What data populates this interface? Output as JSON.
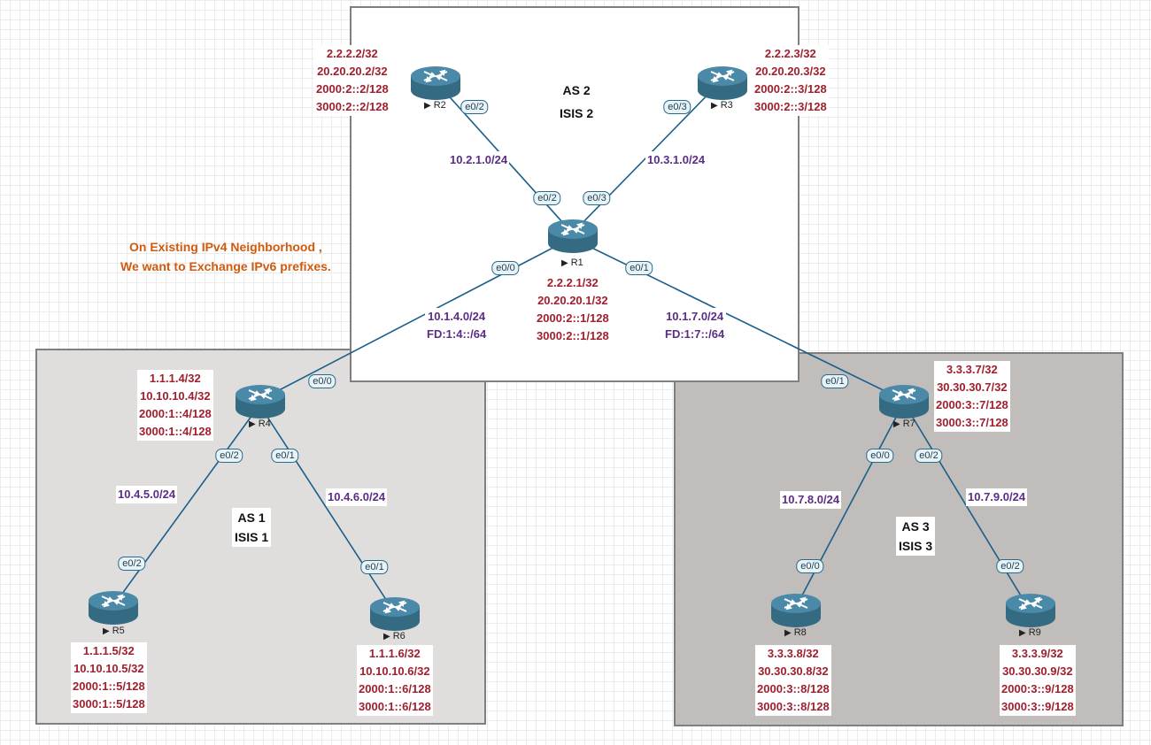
{
  "note": {
    "line1": "On Existing IPv4  Neighborhood ,",
    "line2": "We want to Exchange IPv6 prefixes."
  },
  "as_boxes": [
    {
      "id": "as2",
      "as_label": "AS 2",
      "isis_label": "ISIS 2",
      "color": "#ffffff"
    },
    {
      "id": "as1",
      "as_label": "AS 1",
      "isis_label": "ISIS 1",
      "color": "#e0dedc"
    },
    {
      "id": "as3",
      "as_label": "AS 3",
      "isis_label": "ISIS 3",
      "color": "#c0bdba"
    }
  ],
  "routers": [
    {
      "name": "R1",
      "addresses": [
        "2.2.2.1/32",
        "20.20.20.1/32",
        "2000:2::1/128",
        "3000:2::1/128"
      ]
    },
    {
      "name": "R2",
      "addresses": [
        "2.2.2.2/32",
        "20.20.20.2/32",
        "2000:2::2/128",
        "3000:2::2/128"
      ]
    },
    {
      "name": "R3",
      "addresses": [
        "2.2.2.3/32",
        "20.20.20.3/32",
        "2000:2::3/128",
        "3000:2::3/128"
      ]
    },
    {
      "name": "R4",
      "addresses": [
        "1.1.1.4/32",
        "10.10.10.4/32",
        "2000:1::4/128",
        "3000:1::4/128"
      ]
    },
    {
      "name": "R5",
      "addresses": [
        "1.1.1.5/32",
        "10.10.10.5/32",
        "2000:1::5/128",
        "3000:1::5/128"
      ]
    },
    {
      "name": "R6",
      "addresses": [
        "1.1.1.6/32",
        "10.10.10.6/32",
        "2000:1::6/128",
        "3000:1::6/128"
      ]
    },
    {
      "name": "R7",
      "addresses": [
        "3.3.3.7/32",
        "30.30.30.7/32",
        "2000:3::7/128",
        "3000:3::7/128"
      ]
    },
    {
      "name": "R8",
      "addresses": [
        "3.3.3.8/32",
        "30.30.30.8/32",
        "2000:3::8/128",
        "3000:3::8/128"
      ]
    },
    {
      "name": "R9",
      "addresses": [
        "3.3.3.9/32",
        "30.30.30.9/32",
        "2000:3::9/128",
        "3000:3::9/128"
      ]
    }
  ],
  "links": [
    {
      "id": "r1-r2",
      "subnet": "10.2.1.0/24",
      "ipv6": "",
      "iface_a": "e0/2",
      "iface_b": "e0/2"
    },
    {
      "id": "r1-r3",
      "subnet": "10.3.1.0/24",
      "ipv6": "",
      "iface_a": "e0/3",
      "iface_b": "e0/3"
    },
    {
      "id": "r1-r4",
      "subnet": "10.1.4.0/24",
      "ipv6": "FD:1:4::/64",
      "iface_a": "e0/0",
      "iface_b": "e0/0"
    },
    {
      "id": "r1-r7",
      "subnet": "10.1.7.0/24",
      "ipv6": "FD:1:7::/64",
      "iface_a": "e0/1",
      "iface_b": "e0/1"
    },
    {
      "id": "r4-r5",
      "subnet": "10.4.5.0/24",
      "ipv6": "",
      "iface_a": "e0/2",
      "iface_b": "e0/2"
    },
    {
      "id": "r4-r6",
      "subnet": "10.4.6.0/24",
      "ipv6": "",
      "iface_a": "e0/1",
      "iface_b": "e0/1"
    },
    {
      "id": "r7-r8",
      "subnet": "10.7.8.0/24",
      "ipv6": "",
      "iface_a": "e0/0",
      "iface_b": "e0/0"
    },
    {
      "id": "r7-r9",
      "subnet": "10.7.9.0/24",
      "ipv6": "",
      "iface_a": "e0/2",
      "iface_b": "e0/2"
    }
  ],
  "colors": {
    "link": "#1a5f8c",
    "router_body": "#356a83",
    "router_top": "#4a8aa8",
    "address": "#a11f2d",
    "subnet": "#5b2d86",
    "note": "#d05a0e"
  }
}
